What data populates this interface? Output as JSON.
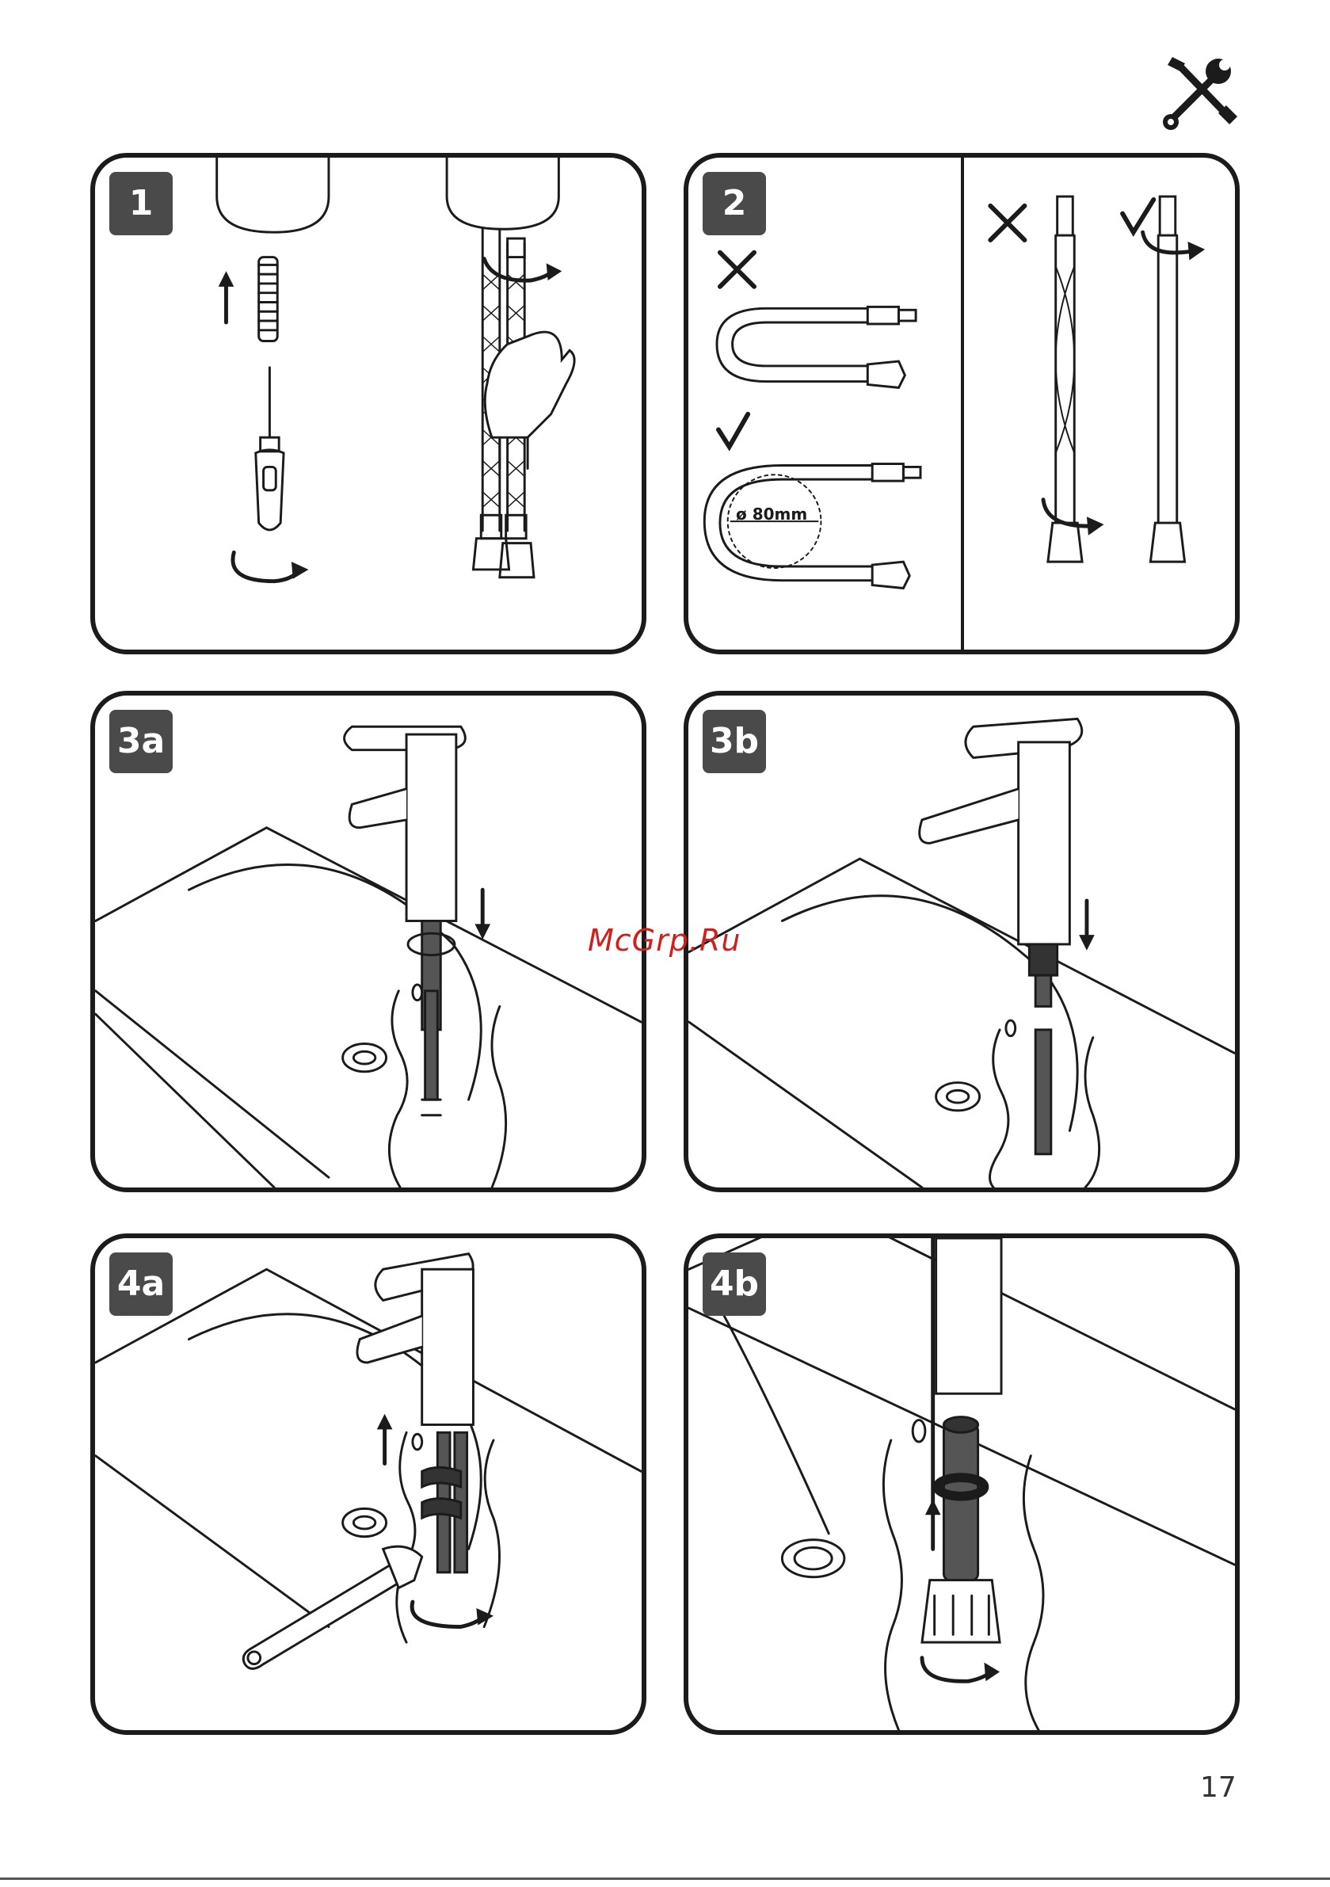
{
  "header": {
    "icon": "tools-icon"
  },
  "steps": [
    {
      "id": "1",
      "label": "1"
    },
    {
      "id": "2",
      "label": "2",
      "dimension_label": "ø 80mm"
    },
    {
      "id": "3a",
      "label": "3a"
    },
    {
      "id": "3b",
      "label": "3b"
    },
    {
      "id": "4a",
      "label": "4a"
    },
    {
      "id": "4b",
      "label": "4b"
    }
  ],
  "watermark": "McGrp.Ru",
  "page_number": "17",
  "colors": {
    "line": "#1b1b1b",
    "badge": "#4a4a4a",
    "watermark": "#cf2020"
  }
}
